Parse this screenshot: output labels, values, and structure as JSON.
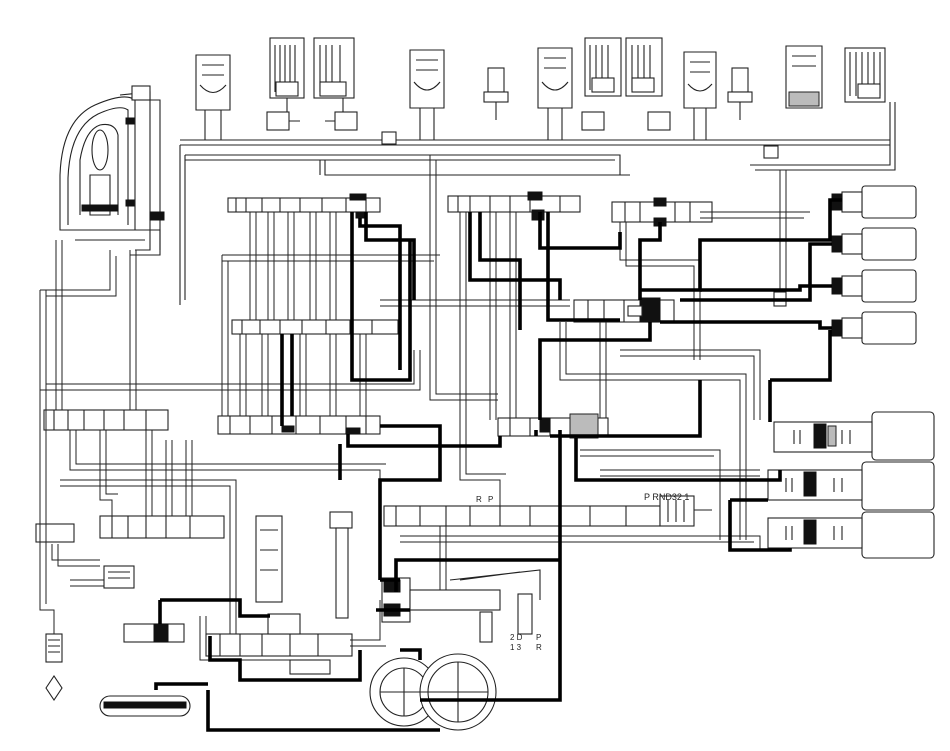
{
  "selector": {
    "range_label": "P  RND32 1",
    "r_label": "R",
    "p_label": "P"
  },
  "manual_valve": {
    "labels_a": "2 D",
    "labels_b": "1 3",
    "labels_c": "P",
    "labels_d": "R"
  }
}
